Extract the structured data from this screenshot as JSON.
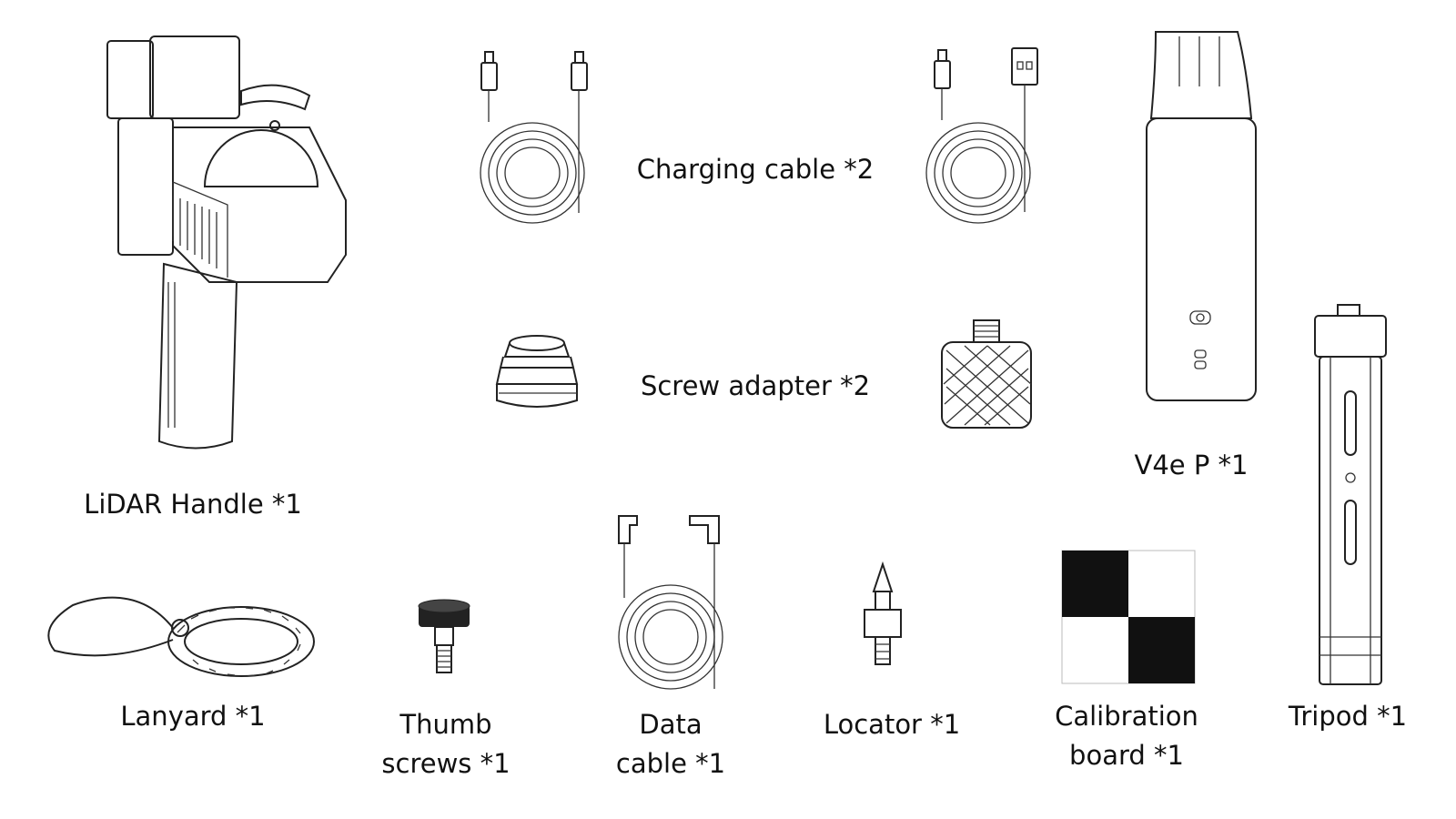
{
  "items": {
    "lidar_handle": "LiDAR Handle *1",
    "charging_cable": "Charging cable *2",
    "screw_adapter": "Screw adapter *2",
    "v4e_p": "V4e P *1",
    "lanyard": "Lanyard *1",
    "thumb_screws_line1": "Thumb",
    "thumb_screws_line2": "screws *1",
    "data_cable_line1": "Data",
    "data_cable_line2": "cable *1",
    "locator": "Locator *1",
    "calibration_line1": "Calibration",
    "calibration_line2": "board *1",
    "tripod": "Tripod *1"
  }
}
